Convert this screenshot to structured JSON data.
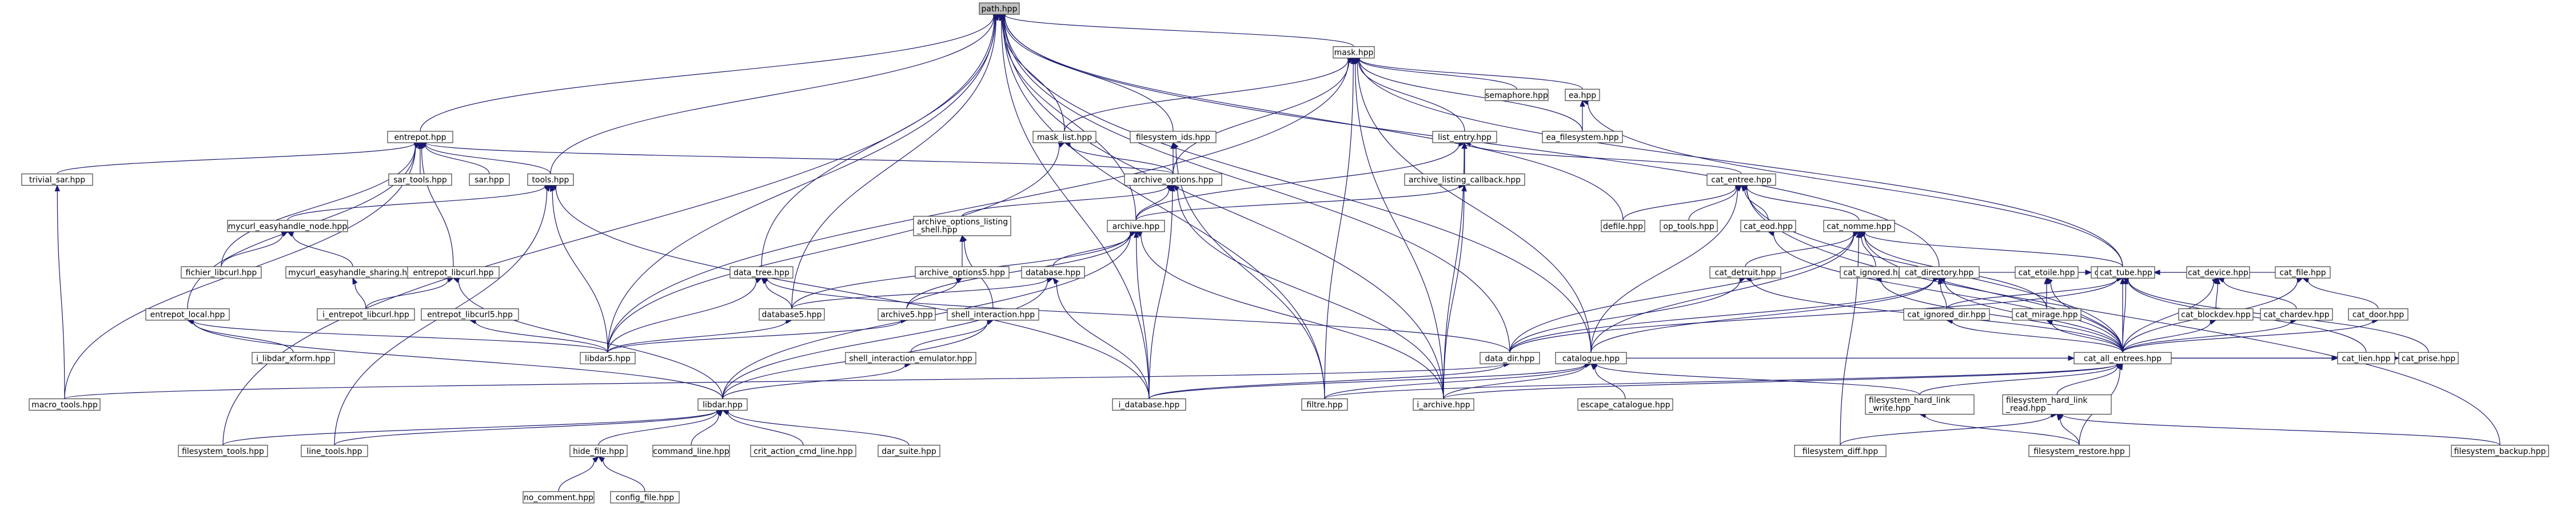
{
  "graph": {
    "title": "",
    "colors": {
      "edge": "#191970",
      "node_border": "#404040",
      "root_fill": "#bfbfbf",
      "node_fill": "#ffffff"
    },
    "nodes": [
      {
        "id": "path_hpp",
        "lines": [
          "path.hpp"
        ],
        "root": true
      },
      {
        "id": "mask_hpp",
        "lines": [
          "mask.hpp"
        ]
      },
      {
        "id": "semaphore_hpp",
        "lines": [
          "semaphore.hpp"
        ]
      },
      {
        "id": "ea_hpp",
        "lines": [
          "ea.hpp"
        ]
      },
      {
        "id": "ea_filesystem_hpp",
        "lines": [
          "ea_filesystem.hpp"
        ]
      },
      {
        "id": "mask_list_hpp",
        "lines": [
          "mask_list.hpp"
        ]
      },
      {
        "id": "filesystem_ids_hpp",
        "lines": [
          "filesystem_ids.hpp"
        ]
      },
      {
        "id": "list_entry_hpp",
        "lines": [
          "list_entry.hpp"
        ]
      },
      {
        "id": "entrepot_hpp",
        "lines": [
          "entrepot.hpp"
        ]
      },
      {
        "id": "trivial_sar_hpp",
        "lines": [
          "trivial_sar.hpp"
        ]
      },
      {
        "id": "sar_tools_hpp",
        "lines": [
          "sar_tools.hpp"
        ]
      },
      {
        "id": "sar_hpp",
        "lines": [
          "sar.hpp"
        ]
      },
      {
        "id": "tools_hpp",
        "lines": [
          "tools.hpp"
        ]
      },
      {
        "id": "archive_options_hpp",
        "lines": [
          "archive_options.hpp"
        ]
      },
      {
        "id": "archive_listing_callback_hpp",
        "lines": [
          "archive_listing_callback.hpp"
        ]
      },
      {
        "id": "cat_entree_hpp",
        "lines": [
          "cat_entree.hpp"
        ]
      },
      {
        "id": "mycurl_easyhandle_node_hpp",
        "lines": [
          "mycurl_easyhandle_node.hpp"
        ]
      },
      {
        "id": "fichier_libcurl_hpp",
        "lines": [
          "fichier_libcurl.hpp"
        ]
      },
      {
        "id": "mycurl_easyhandle_sharing_hpp",
        "lines": [
          "mycurl_easyhandle_sharing.hpp"
        ]
      },
      {
        "id": "entrepot_libcurl_hpp",
        "lines": [
          "entrepot_libcurl.hpp"
        ]
      },
      {
        "id": "i_entrepot_libcurl_hpp",
        "lines": [
          "i_entrepot_libcurl.hpp"
        ]
      },
      {
        "id": "entrepot_libcurl5_hpp",
        "lines": [
          "entrepot_libcurl5.hpp"
        ]
      },
      {
        "id": "archive_options_listing_shell_hpp",
        "lines": [
          "archive_options_listing",
          "_shell.hpp"
        ]
      },
      {
        "id": "archive_options5_hpp",
        "lines": [
          "archive_options5.hpp"
        ]
      },
      {
        "id": "archive_hpp",
        "lines": [
          "archive.hpp"
        ]
      },
      {
        "id": "data_tree_hpp",
        "lines": [
          "data_tree.hpp"
        ]
      },
      {
        "id": "database_hpp",
        "lines": [
          "database.hpp"
        ]
      },
      {
        "id": "database5_hpp",
        "lines": [
          "database5.hpp"
        ]
      },
      {
        "id": "archive5_hpp",
        "lines": [
          "archive5.hpp"
        ]
      },
      {
        "id": "shell_interaction_hpp",
        "lines": [
          "shell_interaction.hpp"
        ]
      },
      {
        "id": "entrepot_local_hpp",
        "lines": [
          "entrepot_local.hpp"
        ]
      },
      {
        "id": "i_libdar_xform_hpp",
        "lines": [
          "i_libdar_xform.hpp"
        ]
      },
      {
        "id": "libdar5_hpp",
        "lines": [
          "libdar5.hpp"
        ]
      },
      {
        "id": "shell_interaction_emulator_hpp",
        "lines": [
          "shell_interaction_emulator.hpp"
        ]
      },
      {
        "id": "macro_tools_hpp",
        "lines": [
          "macro_tools.hpp"
        ]
      },
      {
        "id": "libdar_hpp",
        "lines": [
          "libdar.hpp"
        ]
      },
      {
        "id": "filesystem_tools_hpp",
        "lines": [
          "filesystem_tools.hpp"
        ]
      },
      {
        "id": "line_tools_hpp",
        "lines": [
          "line_tools.hpp"
        ]
      },
      {
        "id": "hide_file_hpp",
        "lines": [
          "hide_file.hpp"
        ]
      },
      {
        "id": "command_line_hpp",
        "lines": [
          "command_line.hpp"
        ]
      },
      {
        "id": "crit_action_cmd_line_hpp",
        "lines": [
          "crit_action_cmd_line.hpp"
        ]
      },
      {
        "id": "dar_suite_hpp",
        "lines": [
          "dar_suite.hpp"
        ]
      },
      {
        "id": "no_comment_hpp",
        "lines": [
          "no_comment.hpp"
        ]
      },
      {
        "id": "config_file_hpp",
        "lines": [
          "config_file.hpp"
        ]
      },
      {
        "id": "i_database_hpp",
        "lines": [
          "i_database.hpp"
        ]
      },
      {
        "id": "filtre_hpp",
        "lines": [
          "filtre.hpp"
        ]
      },
      {
        "id": "i_archive_hpp",
        "lines": [
          "i_archive.hpp"
        ]
      },
      {
        "id": "catalogue_hpp",
        "lines": [
          "catalogue.hpp"
        ]
      },
      {
        "id": "data_dir_hpp",
        "lines": [
          "data_dir.hpp"
        ]
      },
      {
        "id": "escape_catalogue_hpp",
        "lines": [
          "escape_catalogue.hpp"
        ]
      },
      {
        "id": "defile_hpp",
        "lines": [
          "defile.hpp"
        ]
      },
      {
        "id": "op_tools_hpp",
        "lines": [
          "op_tools.hpp"
        ]
      },
      {
        "id": "cat_eod_hpp",
        "lines": [
          "cat_eod.hpp"
        ]
      },
      {
        "id": "cat_nomme_hpp",
        "lines": [
          "cat_nomme.hpp"
        ]
      },
      {
        "id": "cat_ignored_hpp",
        "lines": [
          "cat_ignored.hpp"
        ]
      },
      {
        "id": "cat_detruit_hpp",
        "lines": [
          "cat_detruit.hpp"
        ]
      },
      {
        "id": "cat_inode_hpp",
        "lines": [
          "cat_inode.hpp"
        ]
      },
      {
        "id": "cat_directory_hpp",
        "lines": [
          "cat_directory.hpp"
        ]
      },
      {
        "id": "cat_etoile_hpp",
        "lines": [
          "cat_etoile.hpp"
        ]
      },
      {
        "id": "cat_tube_hpp",
        "lines": [
          "cat_tube.hpp"
        ]
      },
      {
        "id": "cat_device_hpp",
        "lines": [
          "cat_device.hpp"
        ]
      },
      {
        "id": "cat_file_hpp",
        "lines": [
          "cat_file.hpp"
        ]
      },
      {
        "id": "cat_ignored_dir_hpp",
        "lines": [
          "cat_ignored_dir.hpp"
        ]
      },
      {
        "id": "cat_mirage_hpp",
        "lines": [
          "cat_mirage.hpp"
        ]
      },
      {
        "id": "cat_blockdev_hpp",
        "lines": [
          "cat_blockdev.hpp"
        ]
      },
      {
        "id": "cat_chardev_hpp",
        "lines": [
          "cat_chardev.hpp"
        ]
      },
      {
        "id": "cat_door_hpp",
        "lines": [
          "cat_door.hpp"
        ]
      },
      {
        "id": "cat_lien_hpp",
        "lines": [
          "cat_lien.hpp"
        ]
      },
      {
        "id": "cat_prise_hpp",
        "lines": [
          "cat_prise.hpp"
        ]
      },
      {
        "id": "cat_all_entrees_hpp",
        "lines": [
          "cat_all_entrees.hpp"
        ]
      },
      {
        "id": "filesystem_hard_link_write_hpp",
        "lines": [
          "filesystem_hard_link",
          "_write.hpp"
        ]
      },
      {
        "id": "filesystem_hard_link_read_hpp",
        "lines": [
          "filesystem_hard_link",
          "_read.hpp"
        ]
      },
      {
        "id": "filesystem_diff_hpp",
        "lines": [
          "filesystem_diff.hpp"
        ]
      },
      {
        "id": "filesystem_restore_hpp",
        "lines": [
          "filesystem_restore.hpp"
        ]
      },
      {
        "id": "filesystem_backup_hpp",
        "lines": [
          "filesystem_backup.hpp"
        ]
      }
    ],
    "edges": [
      [
        "path_hpp",
        "mask_hpp"
      ],
      [
        "path_hpp",
        "entrepot_hpp"
      ],
      [
        "path_hpp",
        "tools_hpp"
      ],
      [
        "path_hpp",
        "filesystem_ids_hpp"
      ],
      [
        "path_hpp",
        "mask_list_hpp"
      ],
      [
        "path_hpp",
        "archive_hpp"
      ],
      [
        "path_hpp",
        "data_tree_hpp"
      ],
      [
        "path_hpp",
        "database5_hpp"
      ],
      [
        "path_hpp",
        "libdar5_hpp"
      ],
      [
        "path_hpp",
        "filtre_hpp"
      ],
      [
        "path_hpp",
        "i_archive_hpp"
      ],
      [
        "path_hpp",
        "catalogue_hpp"
      ],
      [
        "path_hpp",
        "data_dir_hpp"
      ],
      [
        "path_hpp",
        "defile_hpp"
      ],
      [
        "path_hpp",
        "filesystem_tools_hpp"
      ],
      [
        "path_hpp",
        "i_database_hpp"
      ],
      [
        "path_hpp",
        "cat_directory_hpp"
      ],
      [
        "mask_hpp",
        "semaphore_hpp"
      ],
      [
        "mask_hpp",
        "ea_hpp"
      ],
      [
        "mask_hpp",
        "ea_filesystem_hpp"
      ],
      [
        "mask_hpp",
        "mask_list_hpp"
      ],
      [
        "mask_hpp",
        "list_entry_hpp"
      ],
      [
        "mask_hpp",
        "archive_options_hpp"
      ],
      [
        "mask_hpp",
        "cat_inode_hpp"
      ],
      [
        "mask_hpp",
        "filtre_hpp"
      ],
      [
        "mask_hpp",
        "catalogue_hpp"
      ],
      [
        "mask_hpp",
        "libdar5_hpp"
      ],
      [
        "mask_hpp",
        "i_archive_hpp"
      ],
      [
        "ea_hpp",
        "ea_filesystem_hpp"
      ],
      [
        "ea_hpp",
        "cat_inode_hpp"
      ],
      [
        "mask_list_hpp",
        "archive_options_hpp"
      ],
      [
        "mask_list_hpp",
        "libdar5_hpp"
      ],
      [
        "filesystem_ids_hpp",
        "archive_options_hpp"
      ],
      [
        "filesystem_ids_hpp",
        "filtre_hpp"
      ],
      [
        "list_entry_hpp",
        "archive_listing_callback_hpp"
      ],
      [
        "list_entry_hpp",
        "cat_entree_hpp"
      ],
      [
        "list_entry_hpp",
        "archive_hpp"
      ],
      [
        "list_entry_hpp",
        "i_archive_hpp"
      ],
      [
        "entrepot_hpp",
        "trivial_sar_hpp"
      ],
      [
        "entrepot_hpp",
        "sar_tools_hpp"
      ],
      [
        "entrepot_hpp",
        "sar_hpp"
      ],
      [
        "entrepot_hpp",
        "tools_hpp"
      ],
      [
        "entrepot_hpp",
        "archive_options_hpp"
      ],
      [
        "entrepot_hpp",
        "fichier_libcurl_hpp"
      ],
      [
        "entrepot_hpp",
        "entrepot_libcurl_hpp"
      ],
      [
        "entrepot_hpp",
        "entrepot_local_hpp"
      ],
      [
        "entrepot_hpp",
        "macro_tools_hpp"
      ],
      [
        "trivial_sar_hpp",
        "macro_tools_hpp"
      ],
      [
        "tools_hpp",
        "mycurl_easyhandle_node_hpp"
      ],
      [
        "tools_hpp",
        "libdar5_hpp"
      ],
      [
        "tools_hpp",
        "i_database_hpp"
      ],
      [
        "tools_hpp",
        "line_tools_hpp"
      ],
      [
        "mycurl_easyhandle_node_hpp",
        "fichier_libcurl_hpp"
      ],
      [
        "mycurl_easyhandle_node_hpp",
        "mycurl_easyhandle_sharing_hpp"
      ],
      [
        "mycurl_easyhandle_sharing_hpp",
        "i_entrepot_libcurl_hpp"
      ],
      [
        "entrepot_libcurl_hpp",
        "i_entrepot_libcurl_hpp"
      ],
      [
        "entrepot_libcurl_hpp",
        "libdar_hpp"
      ],
      [
        "entrepot_libcurl5_hpp",
        "libdar5_hpp"
      ],
      [
        "entrepot_local_hpp",
        "i_libdar_xform_hpp"
      ],
      [
        "entrepot_local_hpp",
        "libdar_hpp"
      ],
      [
        "entrepot_local_hpp",
        "libdar5_hpp"
      ],
      [
        "archive_options_hpp",
        "archive_options_listing_shell_hpp"
      ],
      [
        "archive_options_hpp",
        "archive_hpp"
      ],
      [
        "archive_options_hpp",
        "i_archive_hpp"
      ],
      [
        "archive_options_hpp",
        "i_database_hpp"
      ],
      [
        "archive_listing_callback_hpp",
        "archive_hpp"
      ],
      [
        "archive_listing_callback_hpp",
        "i_archive_hpp"
      ],
      [
        "archive_options_listing_shell_hpp",
        "archive_options5_hpp"
      ],
      [
        "archive_options_listing_shell_hpp",
        "shell_interaction_hpp"
      ],
      [
        "archive_options5_hpp",
        "archive5_hpp"
      ],
      [
        "archive_hpp",
        "database_hpp"
      ],
      [
        "archive_hpp",
        "database5_hpp"
      ],
      [
        "archive_hpp",
        "libdar_hpp"
      ],
      [
        "archive_hpp",
        "i_database_hpp"
      ],
      [
        "archive_hpp",
        "i_archive_hpp"
      ],
      [
        "archive_hpp",
        "archive5_hpp"
      ],
      [
        "data_tree_hpp",
        "database5_hpp"
      ],
      [
        "data_tree_hpp",
        "libdar5_hpp"
      ],
      [
        "data_tree_hpp",
        "data_dir_hpp"
      ],
      [
        "database_hpp",
        "database5_hpp"
      ],
      [
        "database_hpp",
        "libdar_hpp"
      ],
      [
        "database_hpp",
        "i_database_hpp"
      ],
      [
        "database5_hpp",
        "libdar5_hpp"
      ],
      [
        "archive5_hpp",
        "libdar5_hpp"
      ],
      [
        "shell_interaction_hpp",
        "shell_interaction_emulator_hpp"
      ],
      [
        "shell_interaction_hpp",
        "libdar_hpp"
      ],
      [
        "shell_interaction_emulator_hpp",
        "libdar_hpp"
      ],
      [
        "libdar_hpp",
        "filesystem_tools_hpp"
      ],
      [
        "libdar_hpp",
        "line_tools_hpp"
      ],
      [
        "libdar_hpp",
        "hide_file_hpp"
      ],
      [
        "libdar_hpp",
        "command_line_hpp"
      ],
      [
        "libdar_hpp",
        "crit_action_cmd_line_hpp"
      ],
      [
        "libdar_hpp",
        "dar_suite_hpp"
      ],
      [
        "hide_file_hpp",
        "no_comment_hpp"
      ],
      [
        "hide_file_hpp",
        "config_file_hpp"
      ],
      [
        "cat_entree_hpp",
        "defile_hpp"
      ],
      [
        "cat_entree_hpp",
        "op_tools_hpp"
      ],
      [
        "cat_entree_hpp",
        "cat_eod_hpp"
      ],
      [
        "cat_entree_hpp",
        "cat_nomme_hpp"
      ],
      [
        "cat_entree_hpp",
        "catalogue_hpp"
      ],
      [
        "cat_entree_hpp",
        "cat_all_entrees_hpp"
      ],
      [
        "cat_entree_hpp",
        "filesystem_backup_hpp"
      ],
      [
        "cat_eod_hpp",
        "cat_all_entrees_hpp"
      ],
      [
        "cat_nomme_hpp",
        "cat_ignored_hpp"
      ],
      [
        "cat_nomme_hpp",
        "cat_detruit_hpp"
      ],
      [
        "cat_nomme_hpp",
        "cat_inode_hpp"
      ],
      [
        "cat_nomme_hpp",
        "catalogue_hpp"
      ],
      [
        "cat_nomme_hpp",
        "cat_mirage_hpp"
      ],
      [
        "cat_nomme_hpp",
        "data_dir_hpp"
      ],
      [
        "cat_nomme_hpp",
        "filesystem_diff_hpp"
      ],
      [
        "cat_nomme_hpp",
        "cat_all_entrees_hpp"
      ],
      [
        "cat_ignored_hpp",
        "cat_all_entrees_hpp"
      ],
      [
        "cat_detruit_hpp",
        "data_dir_hpp"
      ],
      [
        "cat_detruit_hpp",
        "cat_all_entrees_hpp"
      ],
      [
        "cat_inode_hpp",
        "cat_directory_hpp"
      ],
      [
        "cat_inode_hpp",
        "cat_etoile_hpp"
      ],
      [
        "cat_inode_hpp",
        "cat_tube_hpp"
      ],
      [
        "cat_inode_hpp",
        "cat_device_hpp"
      ],
      [
        "cat_inode_hpp",
        "cat_file_hpp"
      ],
      [
        "cat_inode_hpp",
        "cat_lien_hpp"
      ],
      [
        "cat_inode_hpp",
        "cat_prise_hpp"
      ],
      [
        "cat_inode_hpp",
        "cat_ignored_dir_hpp"
      ],
      [
        "cat_inode_hpp",
        "cat_all_entrees_hpp"
      ],
      [
        "cat_inode_hpp",
        "data_dir_hpp"
      ],
      [
        "cat_directory_hpp",
        "catalogue_hpp"
      ],
      [
        "cat_directory_hpp",
        "cat_ignored_dir_hpp"
      ],
      [
        "cat_directory_hpp",
        "cat_all_entrees_hpp"
      ],
      [
        "cat_directory_hpp",
        "data_dir_hpp"
      ],
      [
        "cat_etoile_hpp",
        "cat_mirage_hpp"
      ],
      [
        "cat_etoile_hpp",
        "cat_all_entrees_hpp"
      ],
      [
        "cat_tube_hpp",
        "cat_all_entrees_hpp"
      ],
      [
        "cat_device_hpp",
        "cat_blockdev_hpp"
      ],
      [
        "cat_device_hpp",
        "cat_chardev_hpp"
      ],
      [
        "cat_device_hpp",
        "cat_all_entrees_hpp"
      ],
      [
        "cat_file_hpp",
        "cat_door_hpp"
      ],
      [
        "cat_file_hpp",
        "cat_all_entrees_hpp"
      ],
      [
        "cat_ignored_dir_hpp",
        "cat_all_entrees_hpp"
      ],
      [
        "cat_mirage_hpp",
        "cat_all_entrees_hpp"
      ],
      [
        "cat_blockdev_hpp",
        "cat_all_entrees_hpp"
      ],
      [
        "cat_chardev_hpp",
        "cat_all_entrees_hpp"
      ],
      [
        "cat_door_hpp",
        "cat_all_entrees_hpp"
      ],
      [
        "cat_lien_hpp",
        "cat_all_entrees_hpp"
      ],
      [
        "cat_prise_hpp",
        "cat_all_entrees_hpp"
      ],
      [
        "catalogue_hpp",
        "escape_catalogue_hpp"
      ],
      [
        "catalogue_hpp",
        "filtre_hpp"
      ],
      [
        "catalogue_hpp",
        "i_archive_hpp"
      ],
      [
        "catalogue_hpp",
        "i_database_hpp"
      ],
      [
        "catalogue_hpp",
        "filesystem_hard_link_write_hpp"
      ],
      [
        "data_dir_hpp",
        "i_database_hpp"
      ],
      [
        "data_dir_hpp",
        "macro_tools_hpp"
      ],
      [
        "cat_all_entrees_hpp",
        "catalogue_hpp"
      ],
      [
        "cat_all_entrees_hpp",
        "filtre_hpp"
      ],
      [
        "cat_all_entrees_hpp",
        "i_archive_hpp"
      ],
      [
        "cat_all_entrees_hpp",
        "filesystem_hard_link_write_hpp"
      ],
      [
        "cat_all_entrees_hpp",
        "filesystem_hard_link_read_hpp"
      ],
      [
        "cat_all_entrees_hpp",
        "filesystem_restore_hpp"
      ],
      [
        "filesystem_hard_link_write_hpp",
        "filesystem_restore_hpp"
      ],
      [
        "filesystem_hard_link_read_hpp",
        "filesystem_diff_hpp"
      ],
      [
        "filesystem_hard_link_read_hpp",
        "filesystem_restore_hpp"
      ],
      [
        "filesystem_hard_link_read_hpp",
        "filesystem_backup_hpp"
      ]
    ]
  }
}
